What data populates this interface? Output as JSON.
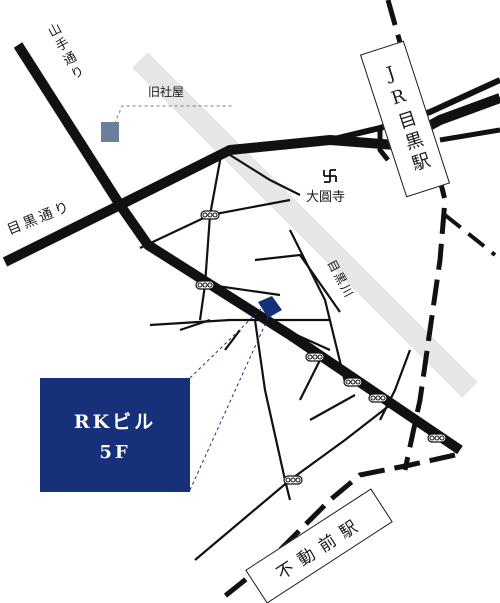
{
  "labels": {
    "yamate_dori": "山手通り",
    "old_office": "旧社屋",
    "meguro_dori": "目黒通り",
    "daienji": "大圓寺",
    "meguro_river": "目黒川",
    "jr_meguro_station": "JR目黒駅",
    "fudomae_station": "不動前駅"
  },
  "building": {
    "name": "RKビル",
    "floor": "5F"
  },
  "colors": {
    "building_box": "#17307a",
    "old_office_marker": "#6a7f99",
    "new_office_marker": "#17307a",
    "roads": "#111111",
    "river": "#e6e6e6",
    "rail": "#111111"
  },
  "icons": {
    "temple": "manji-icon",
    "traffic_signal": "traffic-signal-icon"
  }
}
